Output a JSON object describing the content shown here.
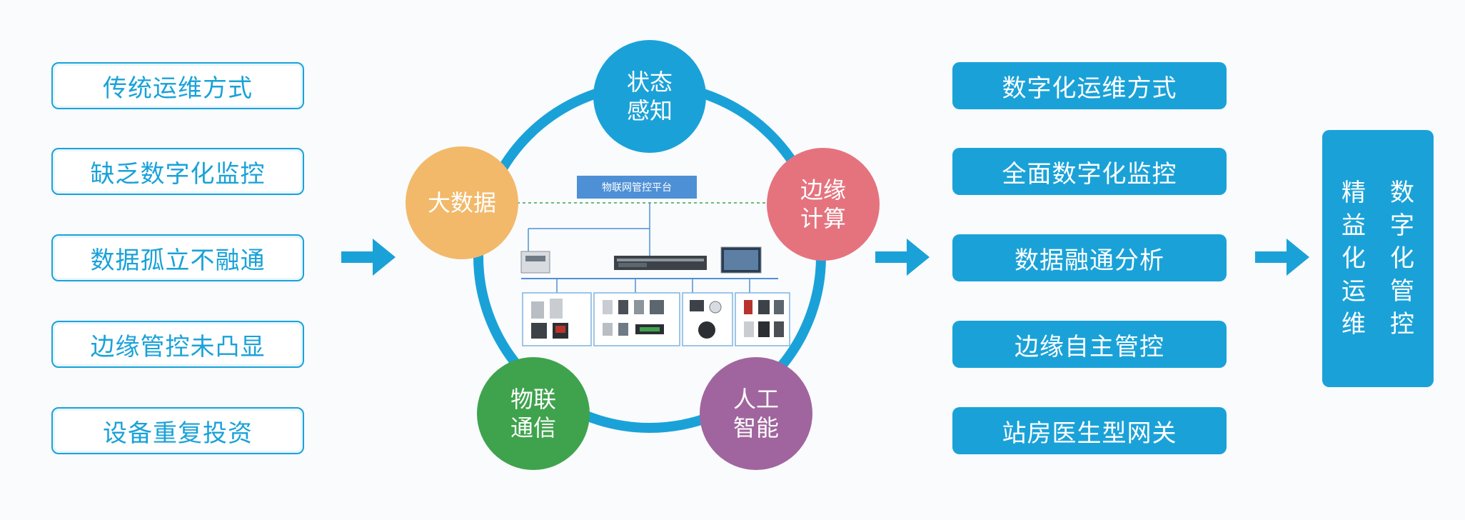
{
  "colors": {
    "primary": "#1AA2D8",
    "node_state": "#1AA2D8",
    "node_edge": "#E5737E",
    "node_ai": "#A0659E",
    "node_iot": "#3FA34D",
    "node_bigdata": "#F2B96A"
  },
  "left_items": [
    "传统运维方式",
    "缺乏数字化监控",
    "数据孤立不融通",
    "边缘管控未凸显",
    "设备重复投资"
  ],
  "right_items": [
    "数字化运维方式",
    "全面数字化监控",
    "数据融通分析",
    "边缘自主管控",
    "站房医生型网关"
  ],
  "circle_nodes": {
    "state": "状态\n感知",
    "edge": "边缘\n计算",
    "ai": "人工\n智能",
    "iot": "物联\n通信",
    "bigdata": "大数据"
  },
  "center": {
    "platform_label": "物联网管控平台"
  },
  "benefit": {
    "col1": [
      "精",
      "益",
      "化",
      "运",
      "维"
    ],
    "col2": [
      "数",
      "字",
      "化",
      "管",
      "控"
    ]
  }
}
